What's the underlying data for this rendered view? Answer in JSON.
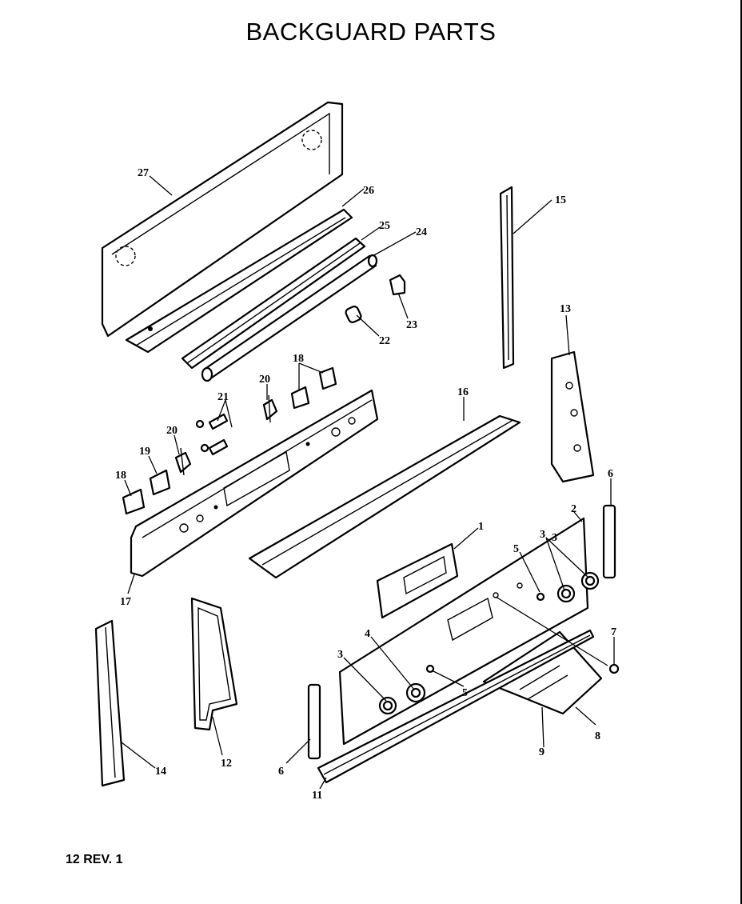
{
  "title": "BACKGUARD PARTS",
  "footer": "12 REV. 1",
  "callouts": [
    "1",
    "2",
    "3",
    "3",
    "3",
    "4",
    "5",
    "5",
    "6",
    "6",
    "7",
    "8",
    "9",
    "11",
    "12",
    "13",
    "14",
    "15",
    "16",
    "17",
    "18",
    "18",
    "19",
    "20",
    "20",
    "21",
    "22",
    "23",
    "24",
    "25",
    "26",
    "27"
  ],
  "colors": {
    "ink": "#000000",
    "paper": "#ffffff"
  }
}
